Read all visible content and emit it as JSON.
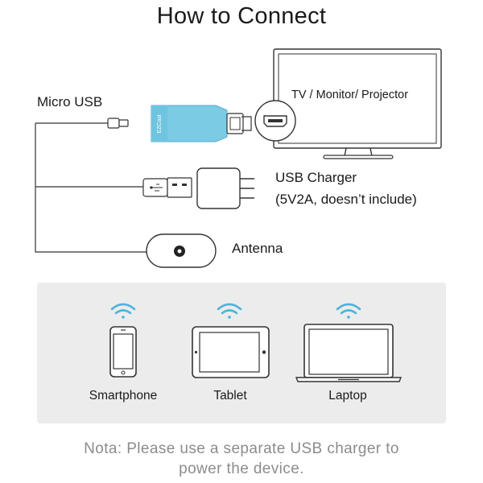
{
  "title": "How to Connect",
  "labels": {
    "micro_usb": "Micro USB",
    "tv": "TV / Monitor/ Projector",
    "usb_charger_line1": "USB Charger",
    "usb_charger_line2": "(5V2A, doesn’t include)",
    "antenna": "Antenna",
    "dongle_brand": "EZCast"
  },
  "devices": [
    {
      "label": "Smartphone",
      "icon": "smartphone-icon"
    },
    {
      "label": "Tablet",
      "icon": "tablet-icon"
    },
    {
      "label": "Laptop",
      "icon": "laptop-icon"
    }
  ],
  "note": {
    "line1": "Nota: Please use a separate USB charger to",
    "line2": "power the device."
  },
  "colors": {
    "wifi": "#4fb3d9",
    "dongle": "#6fc4df",
    "panel": "#ececec",
    "line": "#333333",
    "note": "#8c8c8c"
  }
}
